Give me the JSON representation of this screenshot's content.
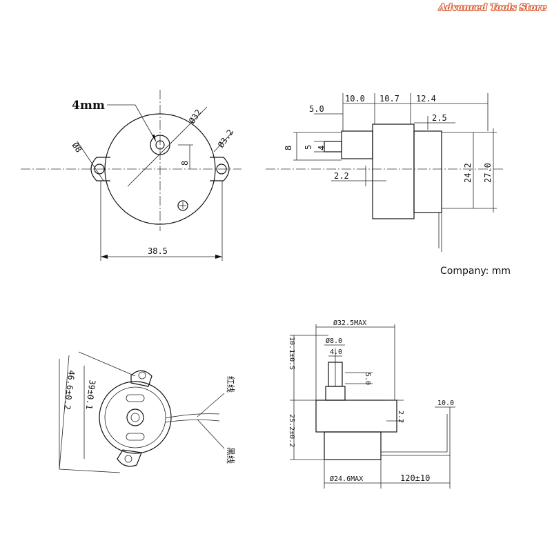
{
  "watermark": "Advanced Tools Store",
  "unit_note": "Company: mm",
  "front_view": {
    "shaft_label": "4mm",
    "diameter": "Ø32",
    "small_hole": "Ø8",
    "mount_hole": "Ø3.2",
    "offset": "8",
    "width": "38.5"
  },
  "side_view": {
    "top_dims": [
      "10.0",
      "10.7",
      "12.4"
    ],
    "shaft_len": "5.0",
    "flange_gap": "2.5",
    "shaft_h": "8",
    "flat_h": "5",
    "flat_w": "4",
    "shoulder": "2.2",
    "body_inner": "24.2",
    "body_outer": "27.0"
  },
  "bottom_left": {
    "outer": "46.6±0.2",
    "inner": "39±0.1",
    "wire1": "红线",
    "wire2": "黑线"
  },
  "bottom_right": {
    "max_d": "Ø32.5MAX",
    "shaft_d": "Ø8.0",
    "flat": "4.0",
    "shaft_len": "10.1±0.5",
    "flat_h": "5.0",
    "shoulder": "2.2",
    "body_h": "25.2±0.2",
    "base_d": "Ø24.6MAX",
    "lead": "120±10",
    "strip": "10.0"
  }
}
